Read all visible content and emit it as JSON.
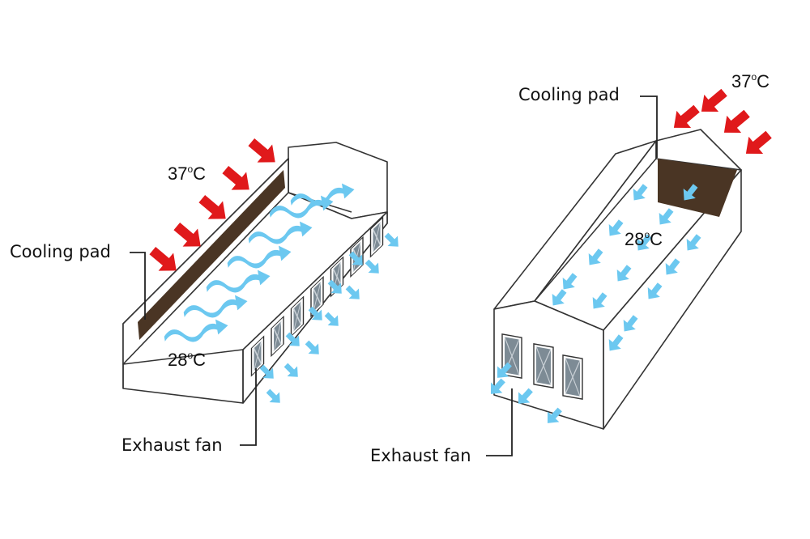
{
  "colors": {
    "hot_air": "#e0191b",
    "cool_air": "#6cc8f0",
    "pad": "#4a3524",
    "fan": "#7d8b95",
    "outline": "#333333"
  },
  "left_diagram": {
    "cooling_pad_label": "Cooling pad",
    "exhaust_fan_label": "Exhaust fan",
    "outside_temp_value": "37",
    "outside_temp_unit": "C",
    "inside_temp_value": "28",
    "inside_temp_unit": "C",
    "degree_mark": "o"
  },
  "right_diagram": {
    "cooling_pad_label": "Cooling pad",
    "exhaust_fan_label": "Exhaust fan",
    "outside_temp_value": "37",
    "outside_temp_unit": "C",
    "inside_temp_value": "28",
    "inside_temp_unit": "C",
    "degree_mark": "o"
  }
}
